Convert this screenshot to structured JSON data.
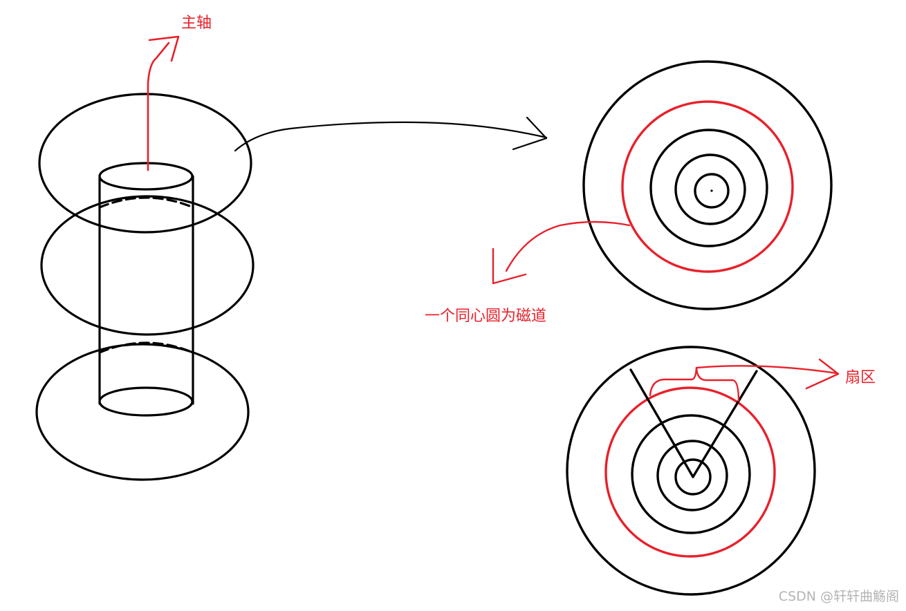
{
  "labels": {
    "spindle": "主轴",
    "track": "一个同心圆为磁道",
    "sector": "扇区"
  },
  "watermark": "CSDN @轩轩曲觞阁",
  "colors": {
    "ink": "#000000",
    "annotation": "#e8202a",
    "watermark": "#b4b4b4",
    "background": "#ffffff"
  }
}
